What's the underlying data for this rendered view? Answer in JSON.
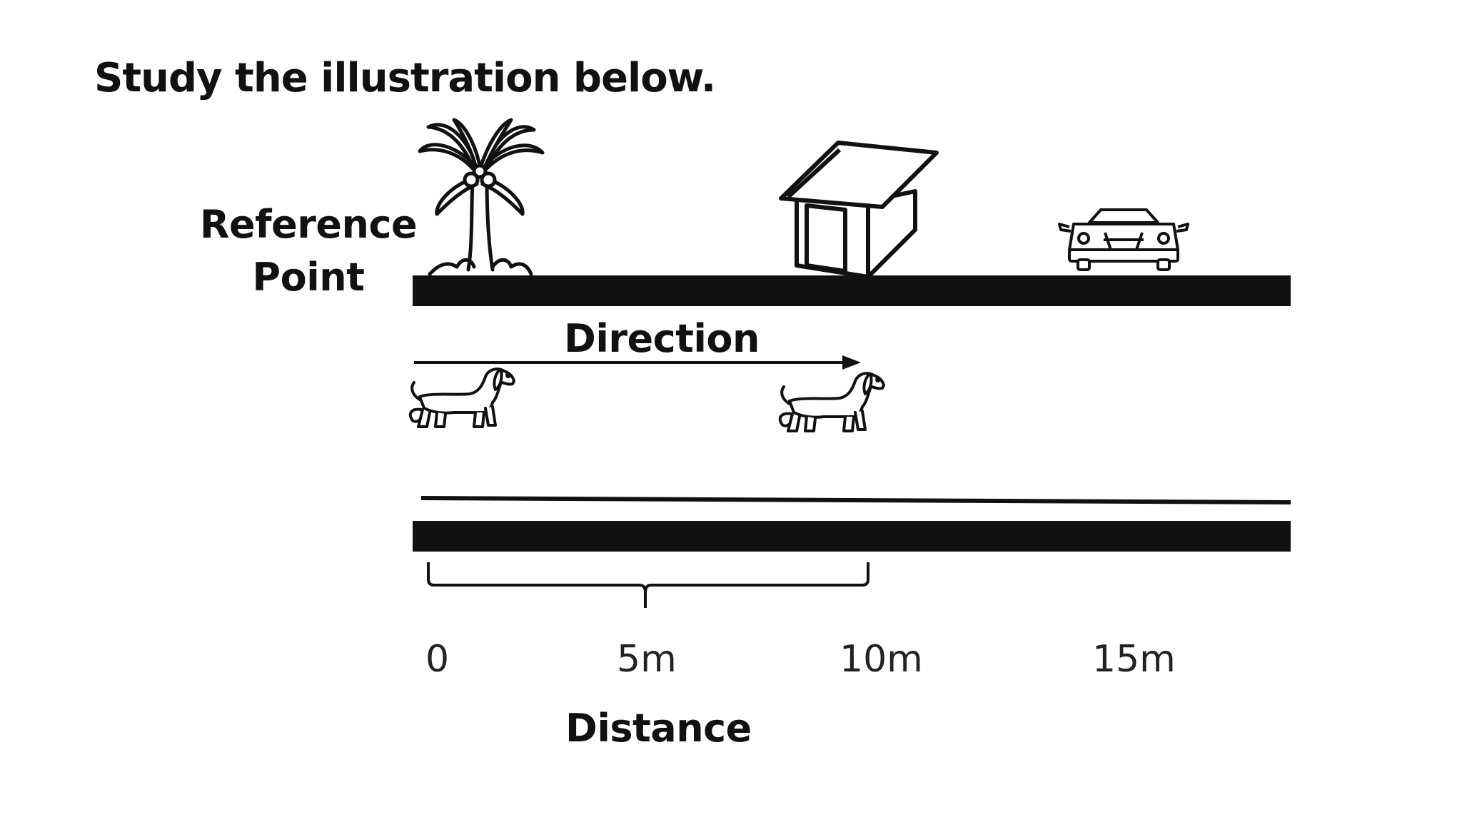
{
  "instruction": "Study the illustration below.",
  "reference_point": {
    "line1": "Reference",
    "line2": "Point"
  },
  "direction_label": "Direction",
  "distance_scale": {
    "ticks": [
      "0",
      "5m",
      "10m",
      "15m"
    ],
    "title": "Distance"
  },
  "icons": [
    "palm-tree-icon",
    "house-icon",
    "car-icon",
    "dog-icon"
  ],
  "colors": {
    "ink": "#111111",
    "background": "#ffffff"
  }
}
